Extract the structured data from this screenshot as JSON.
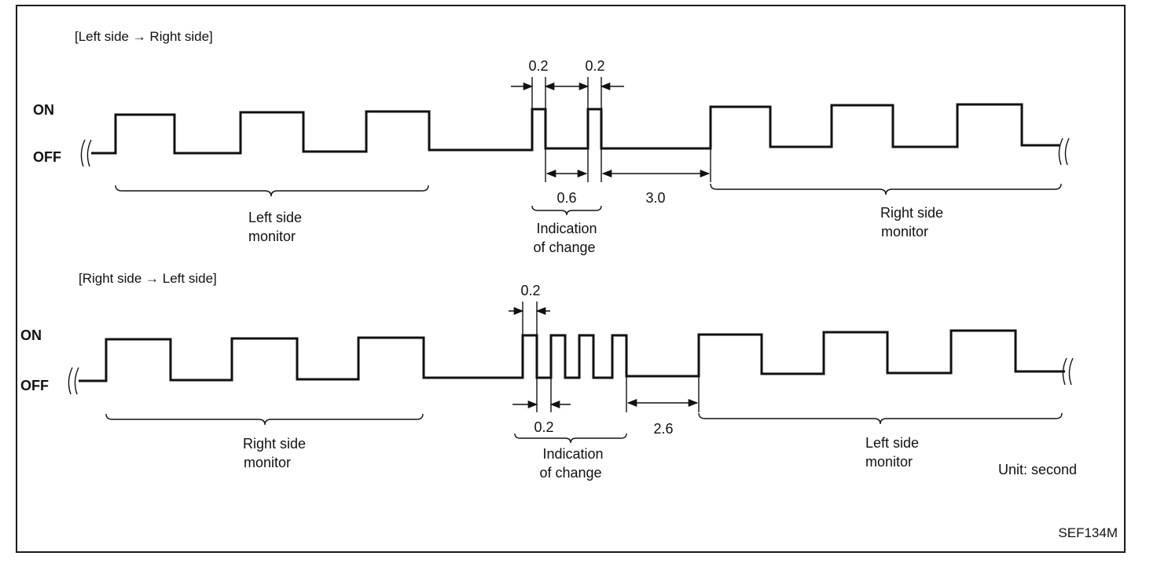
{
  "diagram": {
    "code": "SEF134M",
    "unit": "Unit:  second",
    "top": {
      "title": "[Left side → Right side]",
      "on": "ON",
      "off": "OFF",
      "before_monitor": [
        "Left side",
        "monitor"
      ],
      "change_label": [
        "Indication",
        "of change"
      ],
      "after_monitor": [
        "Right side",
        "monitor"
      ],
      "dim_pulse_a": "0.2",
      "dim_pulse_b": "0.2",
      "dim_gap": "0.6",
      "dim_wait": "3.0"
    },
    "bottom": {
      "title": "[Right side → Left side]",
      "on": "ON",
      "off": "OFF",
      "before_monitor": [
        "Right side",
        "monitor"
      ],
      "change_label": [
        "Indication",
        "of change"
      ],
      "after_monitor": [
        "Left side",
        "monitor"
      ],
      "dim_pulse": "0.2",
      "dim_gap": "0.2",
      "dim_wait": "2.6"
    }
  }
}
